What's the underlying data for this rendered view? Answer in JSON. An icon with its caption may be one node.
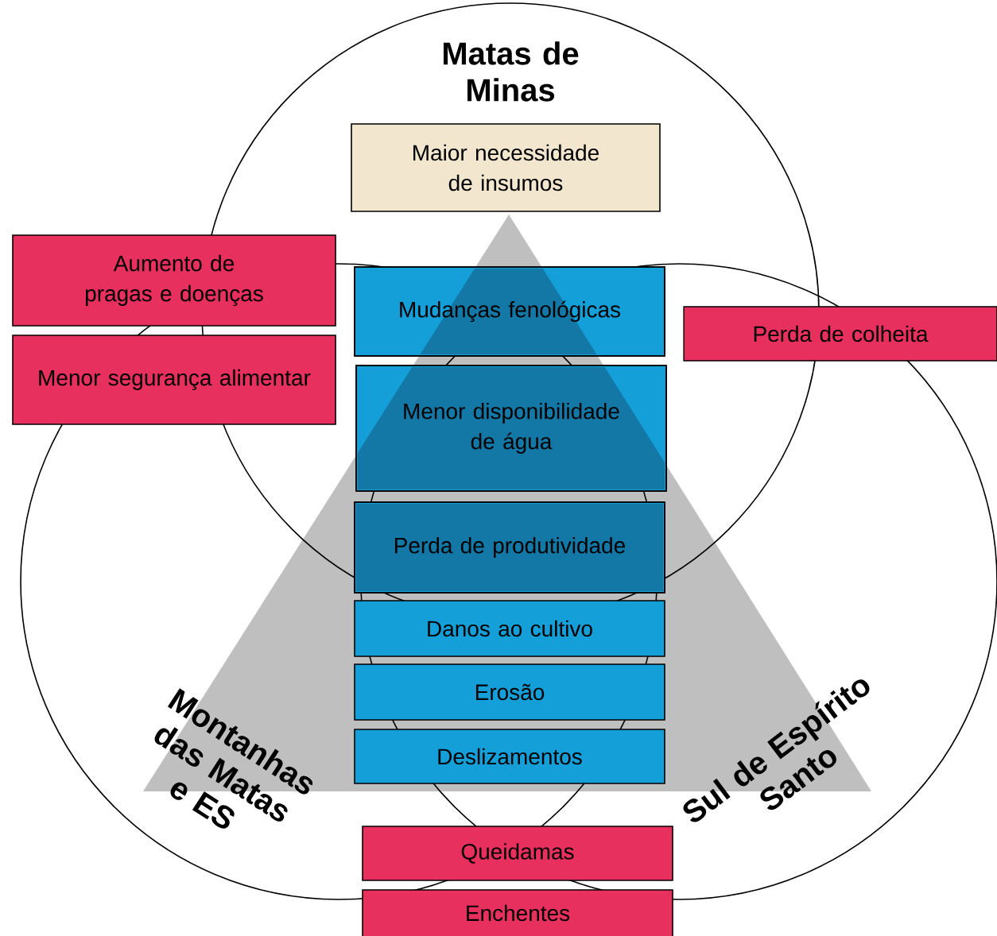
{
  "diagram": {
    "nodes": [
      {
        "text": [
          "Maior necessidade de insumos"
        ]
      },
      {
        "text": [
          "Aumento de pragas e doenças"
        ]
      },
      {
        "text": [
          "Mudanças fenológicas"
        ]
      },
      {
        "text": [
          "Perda de colheita"
        ]
      },
      {
        "text": [
          "Menor segurança alimentar"
        ]
      },
      {
        "text": [
          "Menor disponibilidade de água"
        ]
      },
      {
        "text": [
          "Perda de produtividade"
        ]
      },
      {
        "text": [
          "Danos ao cultivo"
        ]
      },
      {
        "text": [
          "Erosão"
        ]
      },
      {
        "text": [
          "Deslizamentos"
        ]
      },
      {
        "text": [
          "Queidamas"
        ]
      },
      {
        "text": [
          "Enchentes"
        ]
      }
    ],
    "labels": [
      "Matas de Minas",
      "Montanhas das Matas e ES",
      "Sul de Espírito Santo"
    ]
  }
}
